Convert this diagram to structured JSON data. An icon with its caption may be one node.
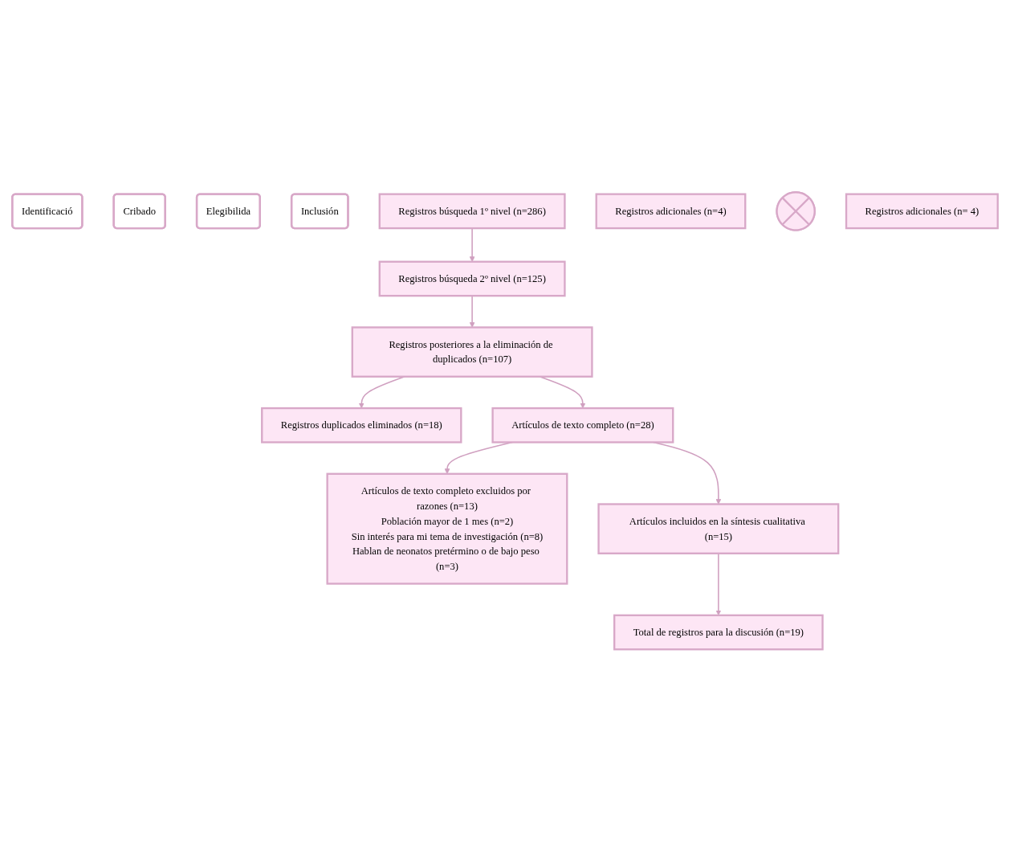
{
  "diagram": {
    "nodes": [
      {
        "text": [
          "Identificació"
        ]
      },
      {
        "text": [
          "Cribado"
        ]
      },
      {
        "text": [
          "Elegibilida"
        ]
      },
      {
        "text": [
          "Inclusión"
        ]
      },
      {
        "text": [
          "Registros búsqueda 1º nivel (n=286)"
        ]
      },
      {
        "text": [
          "Registros adicionales (n=4)"
        ]
      },
      {
        "text": [
          "Registros búsqueda 2º nivel (n=125)"
        ]
      },
      {
        "text": [
          "Registros posteriores a la eliminación de duplicados (n=107)"
        ]
      },
      {
        "text": [
          "Registros duplicados eliminados (n=18)"
        ]
      },
      {
        "text": [
          "Artículos de texto completo (n=28)"
        ]
      },
      {
        "text": [
          "Artículos de texto completo excluidos por razones (n=13)",
          "Población mayor de 1 mes (n=2)",
          "Sin interés para mi tema de investigación (n=8)",
          "Hablan de neonatos pretérmino o de bajo peso (n=3)"
        ]
      },
      {
        "text": [
          "Artículos incluidos en la síntesis cualitativa (n=15)"
        ]
      },
      {
        "text": [],
        "shape": "cross"
      },
      {
        "text": [
          "Registros adicionales (n= 4)"
        ]
      },
      {
        "text": [
          "Total de registros para la discusión (n=19)"
        ]
      }
    ],
    "edges": [
      {
        "from": 4,
        "to": 6,
        "arrow": "to"
      },
      {
        "from": 6,
        "to": 7,
        "arrow": "to"
      },
      {
        "from": 7,
        "to": 8,
        "arrow": "to"
      },
      {
        "from": 7,
        "to": 9,
        "arrow": "to"
      },
      {
        "from": 9,
        "to": 10,
        "arrow": "to"
      },
      {
        "from": 9,
        "to": 11,
        "arrow": "to"
      },
      {
        "from": 11,
        "to": 14,
        "arrow": "to"
      }
    ]
  }
}
